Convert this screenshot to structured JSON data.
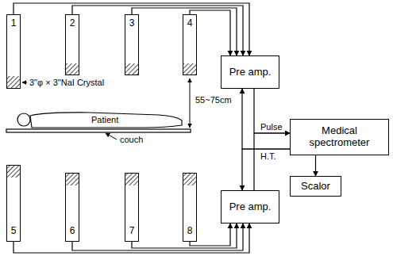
{
  "diagram": {
    "nodes": [
      {
        "text": [
          "1"
        ]
      },
      {
        "text": [
          "2"
        ]
      },
      {
        "text": [
          "3"
        ]
      },
      {
        "text": [
          "4"
        ]
      },
      {
        "text": [
          "Pre amp."
        ]
      },
      {
        "text": [
          "Medical spectrometer"
        ]
      },
      {
        "text": [
          "Scalor"
        ]
      },
      {
        "text": [
          "5"
        ]
      },
      {
        "text": [
          "6"
        ]
      },
      {
        "text": [
          "7"
        ]
      },
      {
        "text": [
          "8"
        ]
      },
      {
        "text": [
          "Pre amp."
        ]
      }
    ],
    "edges": [
      {
        "from": 0,
        "to": 4,
        "arrow": "to"
      },
      {
        "from": 1,
        "to": 4,
        "arrow": "to"
      },
      {
        "from": 2,
        "to": 4,
        "arrow": "to"
      },
      {
        "from": 3,
        "to": 4,
        "arrow": "to"
      },
      {
        "from": 7,
        "to": 11,
        "arrow": "to"
      },
      {
        "from": 8,
        "to": 11,
        "arrow": "to"
      },
      {
        "from": 9,
        "to": 11,
        "arrow": "to"
      },
      {
        "from": 10,
        "to": 11,
        "arrow": "to"
      },
      {
        "from": 4,
        "to": 5,
        "label": "Pulse",
        "arrow": "to"
      },
      {
        "from": 11,
        "to": 5,
        "arrow": "to"
      },
      {
        "from": 5,
        "to": 4,
        "label": "H.T.",
        "arrow": "to"
      },
      {
        "from": 5,
        "to": 11,
        "arrow": "to"
      },
      {
        "from": 5,
        "to": 6,
        "arrow": "to"
      }
    ],
    "labels": [
      "3\"φ × 3\"NaI Crystal",
      "55~75cm",
      "Patient",
      "couch"
    ]
  }
}
